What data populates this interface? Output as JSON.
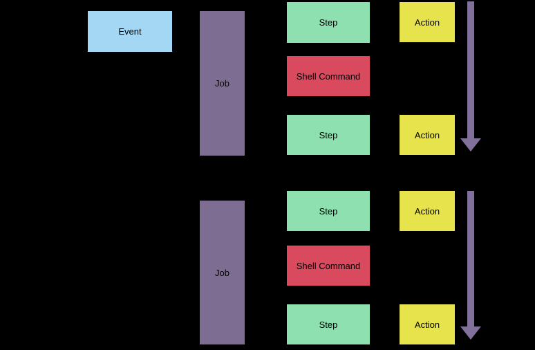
{
  "diagram": {
    "description": "Workflow diagram: an event triggers jobs, each job runs steps that are actions or shell commands",
    "nodes": {
      "event": "Event",
      "job1": "Job",
      "job2": "Job",
      "step1": "Step",
      "shell1": "Shell Command",
      "step2": "Step",
      "action1": "Action",
      "action2": "Action",
      "step3": "Step",
      "shell2": "Shell Command",
      "step4": "Step",
      "action3": "Action",
      "action4": "Action"
    },
    "icons": {
      "flow_arrow_1": "down-arrow",
      "flow_arrow_2": "down-arrow"
    },
    "colors": {
      "background": "#000000",
      "event": "#a4d7f4",
      "job": "#7e6d92",
      "step": "#8ee0b0",
      "shell_command": "#d94a5e",
      "action": "#e7e34d",
      "arrow": "#80709b",
      "text": "#000000"
    }
  }
}
